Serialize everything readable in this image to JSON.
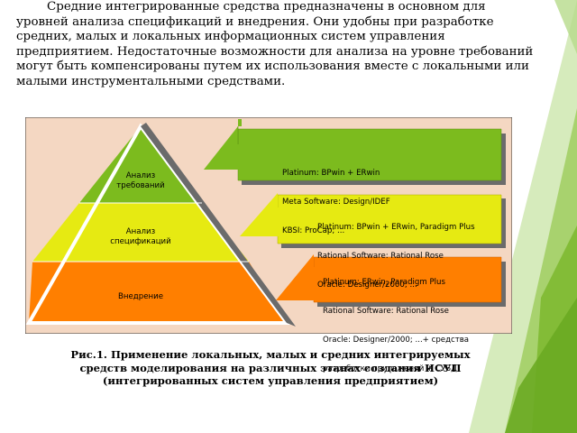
{
  "intro_text": "Средние интегрированные средства предназначены в основном для уровней анализа спецификаций и внедрения. Они удобны при разработке средних, малых и локальных информационных систем управления предприятием. Недостаточные возможности для анализа на уровне требований могут быть компенсированы путем их использования вместе с локальными или малыми инструментальными средствами.",
  "pyramid": {
    "level_top": "Анализ\nтребований",
    "level_middle": "Анализ\nспецификаций",
    "level_bottom": "Внедрение"
  },
  "tools": {
    "requirements": [
      "Platinum: BPwin + ERwin",
      "Meta Software: Design/IDEF",
      "KBSI: ProCap; ..."
    ],
    "specifications": [
      "Platinum: BPwin + ERwin, Paradigm Plus",
      "Rational Software: Rational Rose",
      "Oracle: Designer/2000; ..."
    ],
    "implementation": [
      "Platinum: ERwin, Paradigm Plus",
      "Rational Software: Rational Rose",
      "Oracle: Designer/2000; ...+ средства",
      "разработки приложений + СУБД"
    ]
  },
  "caption": {
    "line1": "Рис.1. Применение локальных, малых и средних интегрируемых",
    "line2": "средств моделирования на различных этапах создания ИСУП",
    "line3": "(интегрированных систем управления предприятием)"
  },
  "colors": {
    "background_panel": "#f4d7c2",
    "green": "#7cbb1e",
    "yellow": "#e6ea12",
    "orange": "#ff7f00",
    "deco_green": "#8cc63e"
  }
}
